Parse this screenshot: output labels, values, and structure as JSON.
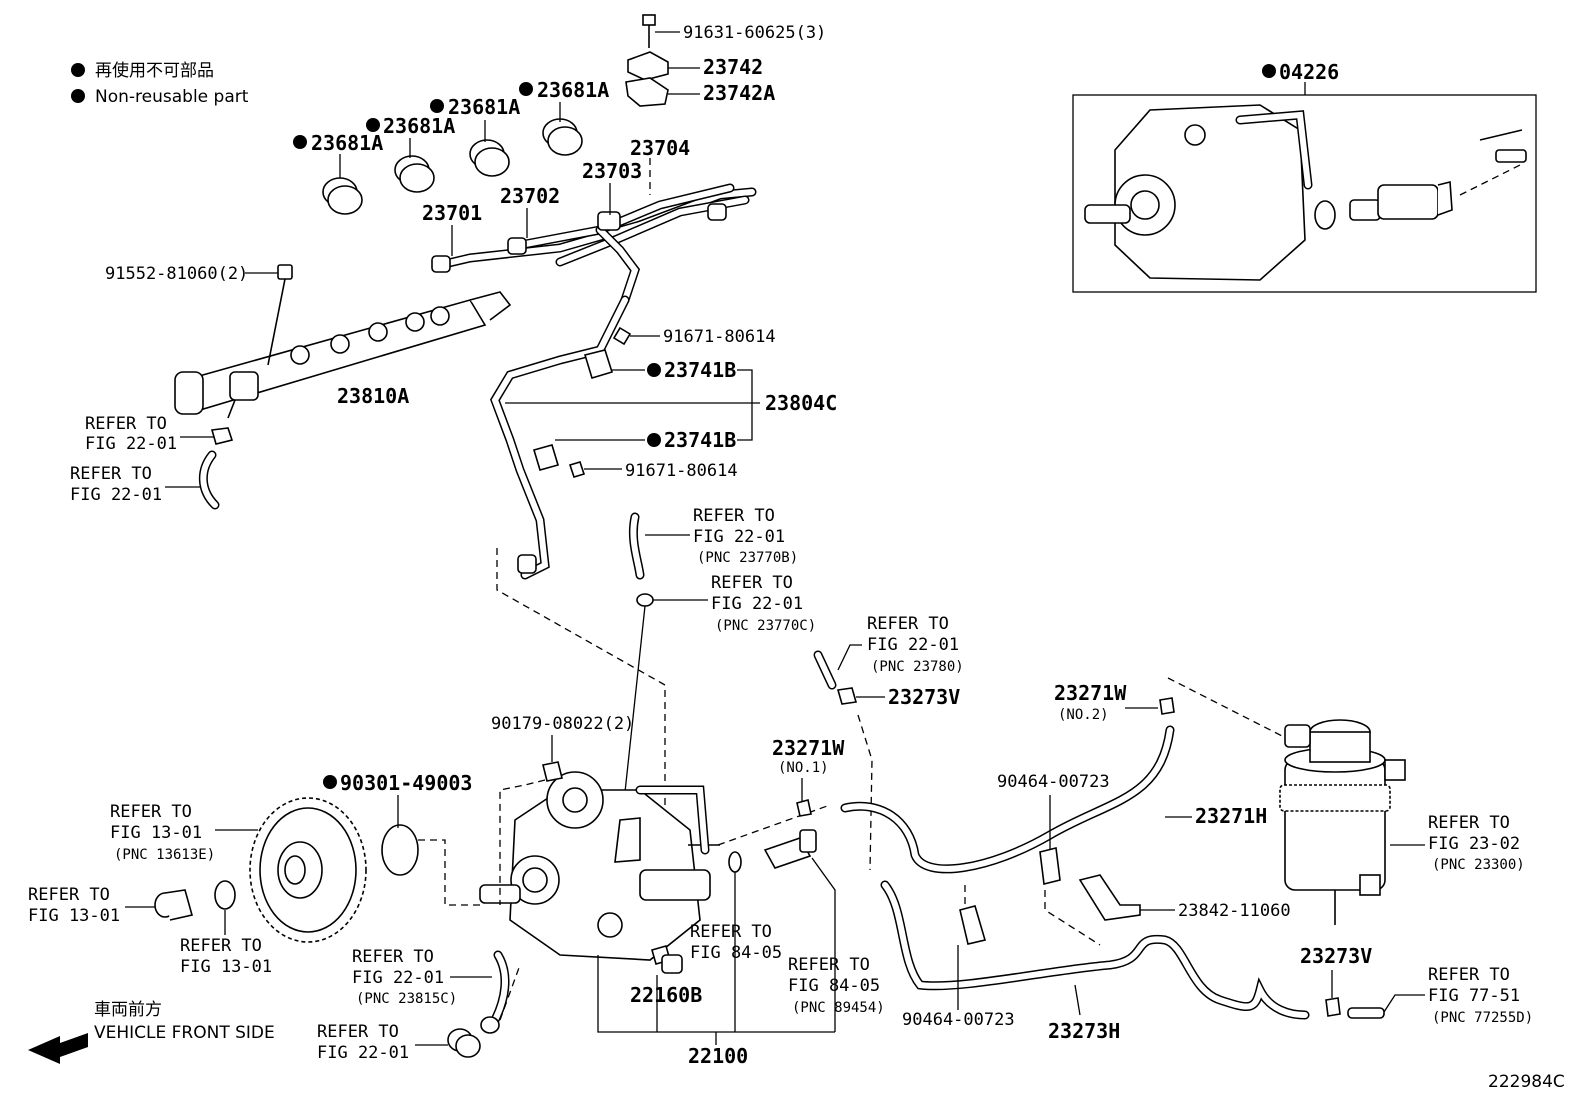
{
  "legend": {
    "jp": "再使用不可部品",
    "en": "Non-reusable part"
  },
  "figure_id": "222984C",
  "vehicle_front": {
    "jp": "車両前方",
    "en": "VEHICLE FRONT SIDE"
  },
  "parts": {
    "p04226": "04226",
    "p91631": "91631-60625(3)",
    "p23742": "23742",
    "p23742A": "23742A",
    "p23704": "23704",
    "p23703": "23703",
    "p23702": "23702",
    "p23701": "23701",
    "p23681A_1": "23681A",
    "p23681A_2": "23681A",
    "p23681A_3": "23681A",
    "p23681A_4": "23681A",
    "p91552": "91552-81060(2)",
    "p23810A": "23810A",
    "p91671_a": "91671-80614",
    "p23741B_a": "23741B",
    "p23804C": "23804C",
    "p23741B_b": "23741B",
    "p91671_b": "91671-80614",
    "p23273V_a": "23273V",
    "p23271W_a": "23271W",
    "no2": "(NO.2)",
    "p23271W_b": "23271W",
    "no1": "(NO.1)",
    "p90179": "90179-08022(2)",
    "p90301": "90301-49003",
    "p90464_a": "90464-00723",
    "p23271H": "23271H",
    "p23842": "23842-11060",
    "p23273V_b": "23273V",
    "p22160B": "22160B",
    "p22100": "22100",
    "p90464_b": "90464-00723",
    "p23273H": "23273H"
  },
  "refs": {
    "refer_to": "REFER TO",
    "fig_22_01": "FIG 22-01",
    "fig_13_01": "FIG 13-01",
    "fig_84_05": "FIG 84-05",
    "fig_23_02": "FIG 23-02",
    "fig_77_51": "FIG 77-51",
    "pnc_23770B": "(PNC 23770B)",
    "pnc_23770C": "(PNC 23770C)",
    "pnc_23780": "(PNC 23780)",
    "pnc_13613E": "(PNC 13613E)",
    "pnc_23815C": "(PNC 23815C)",
    "pnc_89454": "(PNC 89454)",
    "pnc_23300": "(PNC 23300)",
    "pnc_77255D": "(PNC 77255D)"
  }
}
